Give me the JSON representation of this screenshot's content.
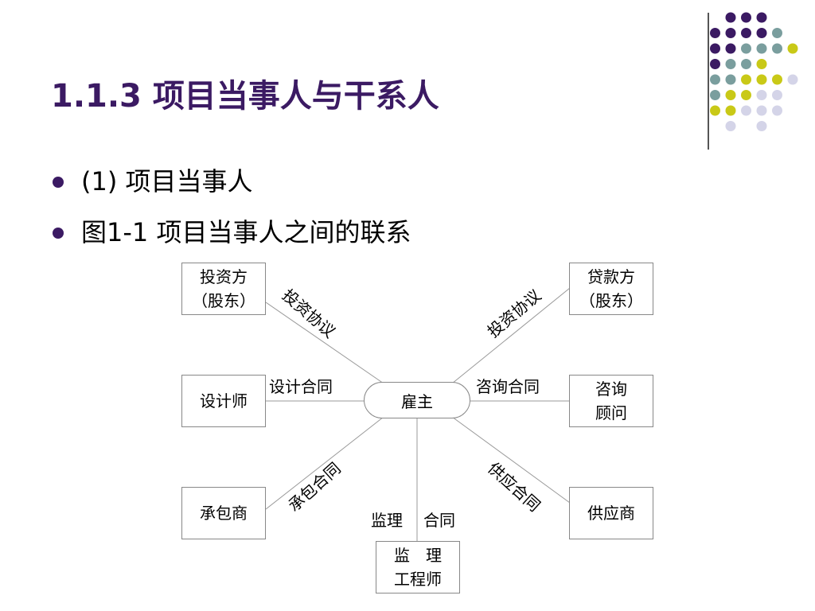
{
  "slide": {
    "title": "1.1.3 项目当事人与干系人",
    "bullets": [
      "(1) 项目当事人",
      "图1-1  项目当事人之间的联系"
    ]
  },
  "colors": {
    "title": "#3b1a63",
    "dot_purple": "#3b1a63",
    "dot_teal": "#7a9e9e",
    "dot_yellow": "#c9c917",
    "dot_lavender": "#d4d4e8"
  },
  "diagram": {
    "center": "雇主",
    "parties": {
      "investor": "投资方\n（股东）",
      "lender": "贷款方\n（股东）",
      "designer": "设计师",
      "consultant": "咨询\n顾问",
      "contractor": "承包商",
      "supplier": "供应商",
      "supervisor": "监　理\n工程师"
    },
    "relations": {
      "investor": "投资协议",
      "lender": "投资协议",
      "designer": "设计合同",
      "consultant": "咨询合同",
      "contractor": "承包合同",
      "supplier": "供应合同",
      "supervisor_a": "监理",
      "supervisor_b": "合同"
    }
  }
}
